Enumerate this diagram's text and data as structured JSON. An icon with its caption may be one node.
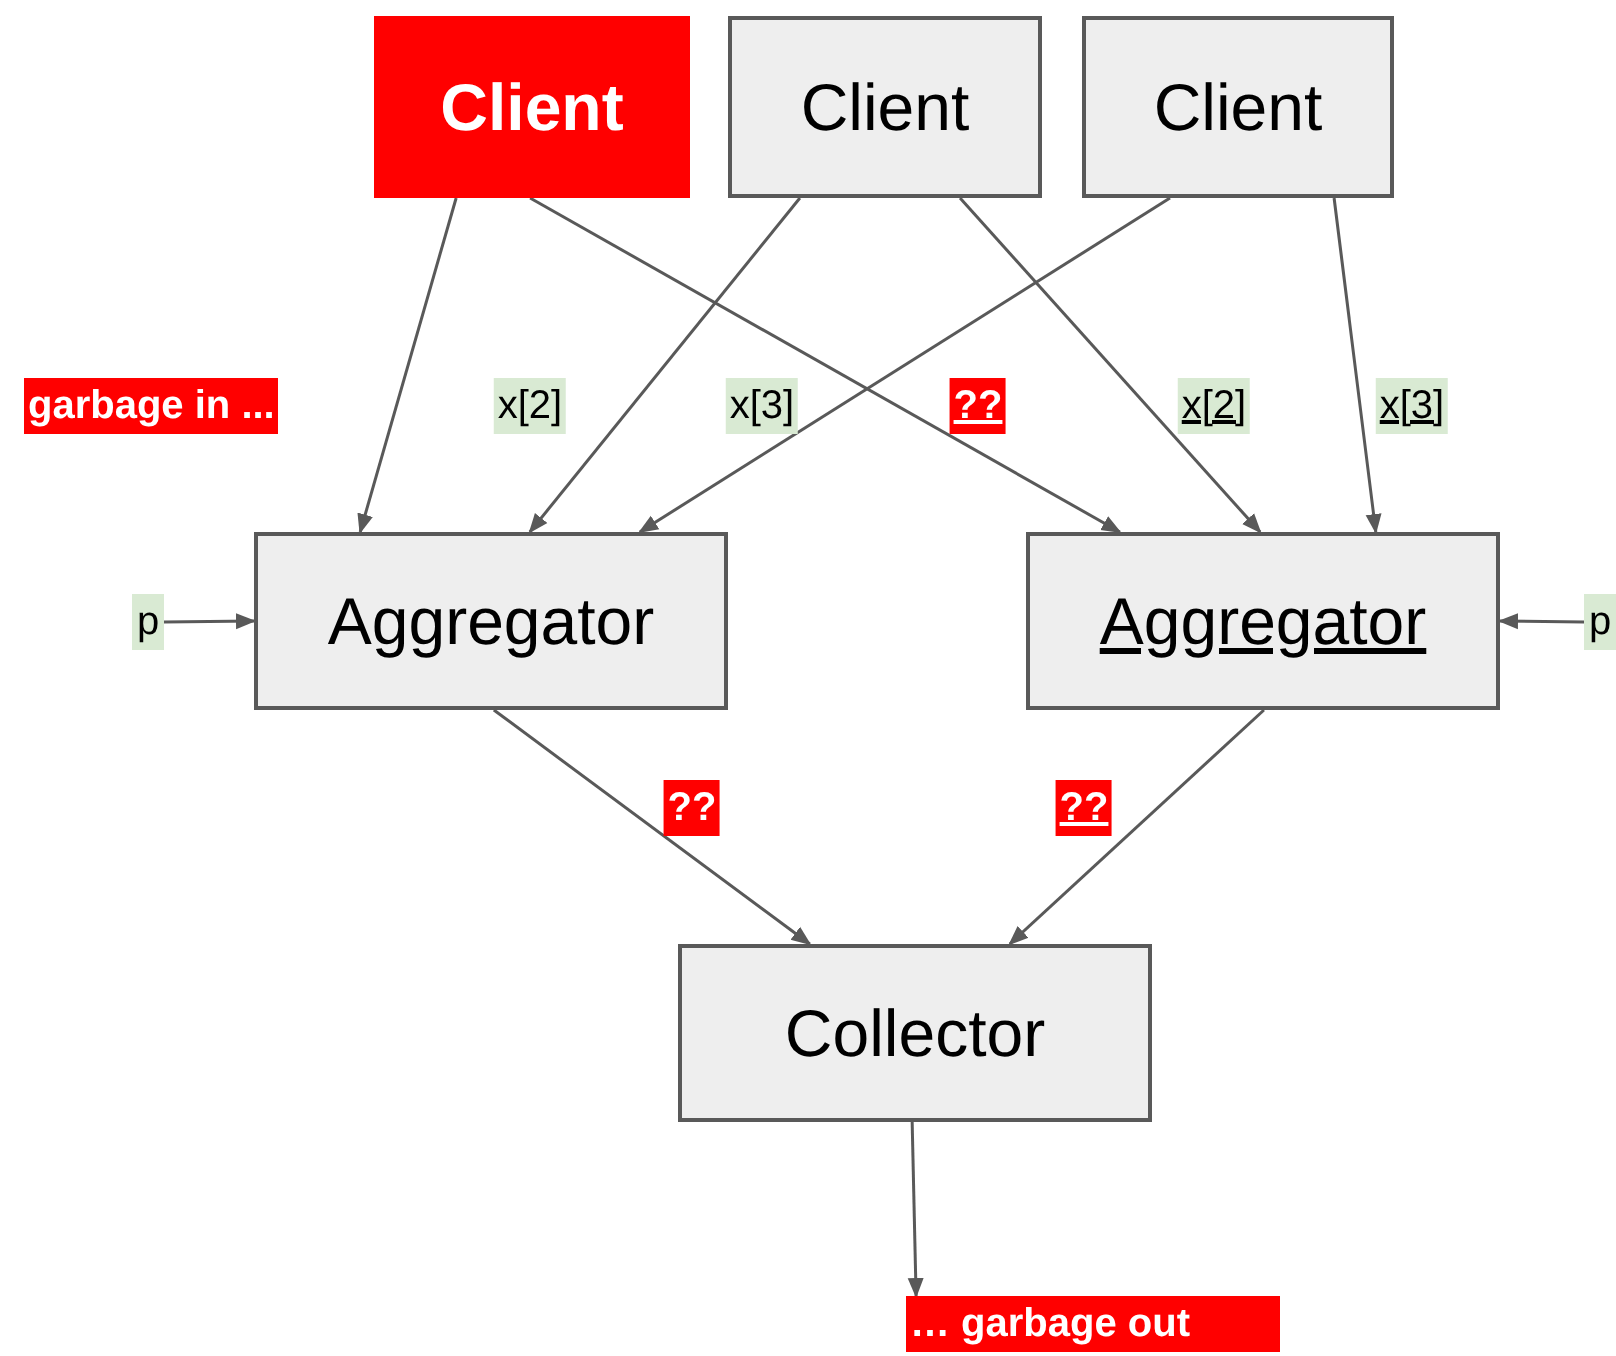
{
  "diagram": {
    "nodes": [
      {
        "text": [
          "Client"
        ]
      },
      {
        "text": [
          "Client"
        ]
      },
      {
        "text": [
          "Client"
        ]
      },
      {
        "text": [
          "Aggregator"
        ]
      },
      {
        "text": [
          "Aggregator"
        ]
      },
      {
        "text": [
          "Collector"
        ]
      },
      {
        "text": [
          "p"
        ]
      },
      {
        "text": [
          "p"
        ]
      },
      {
        "text": [
          "… garbage out"
        ]
      }
    ],
    "edges": [
      {
        "from": 0,
        "to": 3,
        "arrow": "to"
      },
      {
        "from": 0,
        "to": 4,
        "arrow": "to",
        "label": "??"
      },
      {
        "from": 1,
        "to": 3,
        "arrow": "to",
        "label": "x[2]"
      },
      {
        "from": 1,
        "to": 4,
        "arrow": "to",
        "label": "x[2]"
      },
      {
        "from": 2,
        "to": 3,
        "arrow": "to",
        "label": "x[3]"
      },
      {
        "from": 2,
        "to": 4,
        "arrow": "to",
        "label": "x[3]"
      },
      {
        "from": 6,
        "to": 3,
        "arrow": "to"
      },
      {
        "from": 7,
        "to": 4,
        "arrow": "to"
      },
      {
        "from": 3,
        "to": 5,
        "arrow": "to",
        "label": "??"
      },
      {
        "from": 4,
        "to": 5,
        "arrow": "to",
        "label": "??"
      },
      {
        "from": 5,
        "to": 8,
        "arrow": "to"
      }
    ],
    "labels": [
      "garbage in ..."
    ]
  }
}
